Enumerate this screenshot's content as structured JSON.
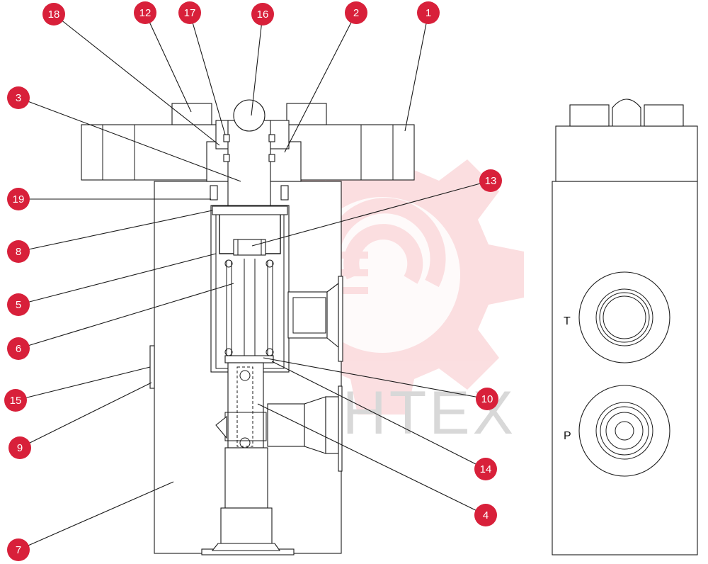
{
  "watermark": {
    "text": "MHTEX",
    "color": "#f4a3a8"
  },
  "callouts": [
    {
      "label": "18"
    },
    {
      "label": "12"
    },
    {
      "label": "17"
    },
    {
      "label": "16"
    },
    {
      "label": "2"
    },
    {
      "label": "1"
    },
    {
      "label": "3"
    },
    {
      "label": "13"
    },
    {
      "label": "19"
    },
    {
      "label": "8"
    },
    {
      "label": "5"
    },
    {
      "label": "6"
    },
    {
      "label": "10"
    },
    {
      "label": "15"
    },
    {
      "label": "9"
    },
    {
      "label": "14"
    },
    {
      "label": "4"
    },
    {
      "label": "7"
    }
  ],
  "ports": {
    "t_label": "T",
    "p_label": "P"
  },
  "colors": {
    "callout_fill": "#d8203a",
    "line": "#1a1a1a"
  }
}
